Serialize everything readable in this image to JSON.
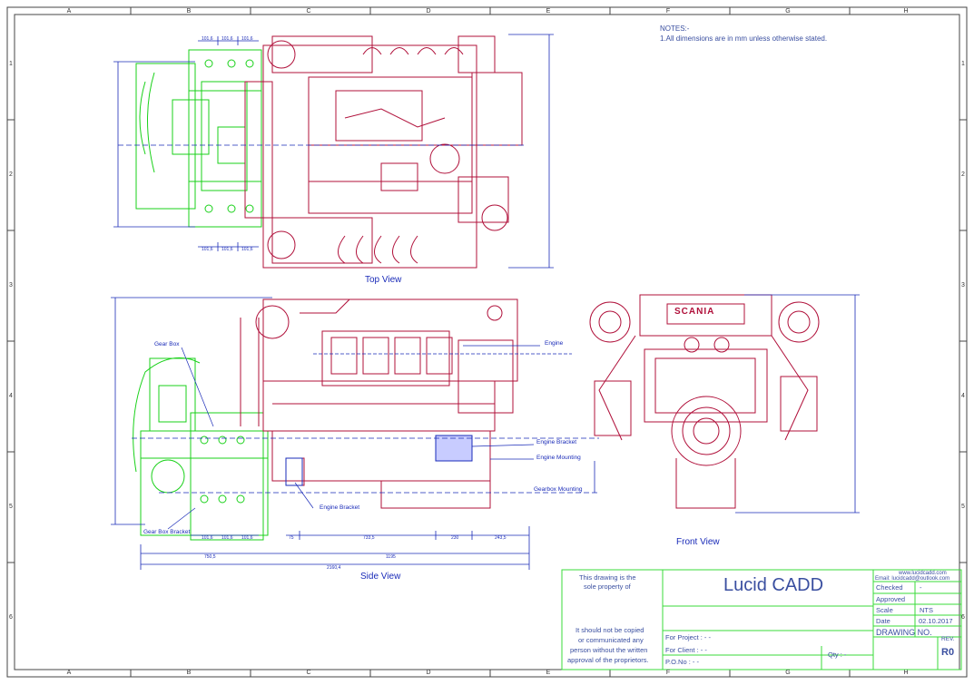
{
  "zones": {
    "columns": [
      "A",
      "B",
      "C",
      "D",
      "E",
      "F",
      "G",
      "H"
    ],
    "rows": [
      "1",
      "2",
      "3",
      "4",
      "5",
      "6"
    ]
  },
  "notes": {
    "heading": "NOTES:-",
    "line1": "1.All dimensions are in mm unless otherwise stated."
  },
  "views": {
    "top": "Top View",
    "side": "Side View",
    "front": "Front View"
  },
  "callouts": {
    "gear_box": "Gear Box",
    "engine": "Engine",
    "engine_bracket_right": "Engine Bracket",
    "engine_mounting": "Engine Mounting",
    "gearbox_mounting": "Gearbox Mounting",
    "engine_bracket_left": "Engine Bracket",
    "gear_box_bracket": "Gear Box Bracket"
  },
  "dimensions": {
    "top_a": "101,6",
    "top_b": "101,6",
    "top_c": "101,6",
    "top_d": "101,6",
    "top_e": "101,6",
    "top_f": "101,6",
    "side_a": "101,6",
    "side_b": "101,6",
    "side_c": "101,6",
    "side_d": "75",
    "side_e": "733,5",
    "side_f": "230",
    "side_g": "243,5",
    "side_h": "750,5",
    "side_i": "1195",
    "side_j": "2160,4"
  },
  "logo_text": "SCANIA",
  "title_block": {
    "property_line1": "This drawing is the",
    "property_line2": "sole property of",
    "company": "Lucid CADD",
    "website": "www.lucidcadd.com",
    "email": "Email: lucidcadd@outlook.com",
    "checked_label": "Checked",
    "checked_value": "-",
    "approved_label": "Approved",
    "scale_label": "Scale",
    "scale_value": "NTS",
    "date_label": "Date",
    "date_value": "02.10.2017",
    "drawing_no_label": "DRAWING NO.",
    "rev_label": "REV.",
    "rev_value": "R0",
    "copy_line1": "It should not be copied",
    "copy_line2": "or communicated any",
    "copy_line3": "person without the written",
    "copy_line4": "approval of the proprietors.",
    "project_label": "For Project : - -",
    "client_label": "For Client : - -",
    "po_label": "P.O.No : - -",
    "qty_label": "Qty : -"
  },
  "colors": {
    "engine": "#b0103a",
    "gearbox": "#19d119",
    "dimension": "#1a2bb8",
    "border": "#333333",
    "title_block": "#3adb3a"
  }
}
